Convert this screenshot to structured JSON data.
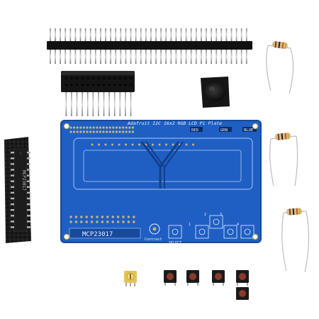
{
  "board": {
    "title": "Adafruit I2C 16x2 RGB LCD Pi Plate",
    "chip_label": "MCP23017",
    "contrast_label": "Contrast",
    "select_label": "SELECT",
    "led_labels": [
      "RED",
      "GRN",
      "BLUE"
    ],
    "button_numbers": [
      "1",
      "2",
      "3",
      "4"
    ],
    "colors": {
      "pcb": "#1f5fc4",
      "pcb_dark": "#174a9c",
      "silkscreen": "#e8f1ff",
      "pad": "#c9b37a"
    }
  },
  "chip": {
    "marking": "MCP23017"
  },
  "parts": {
    "resistor_count": 3,
    "tactile_button_count": 5
  }
}
